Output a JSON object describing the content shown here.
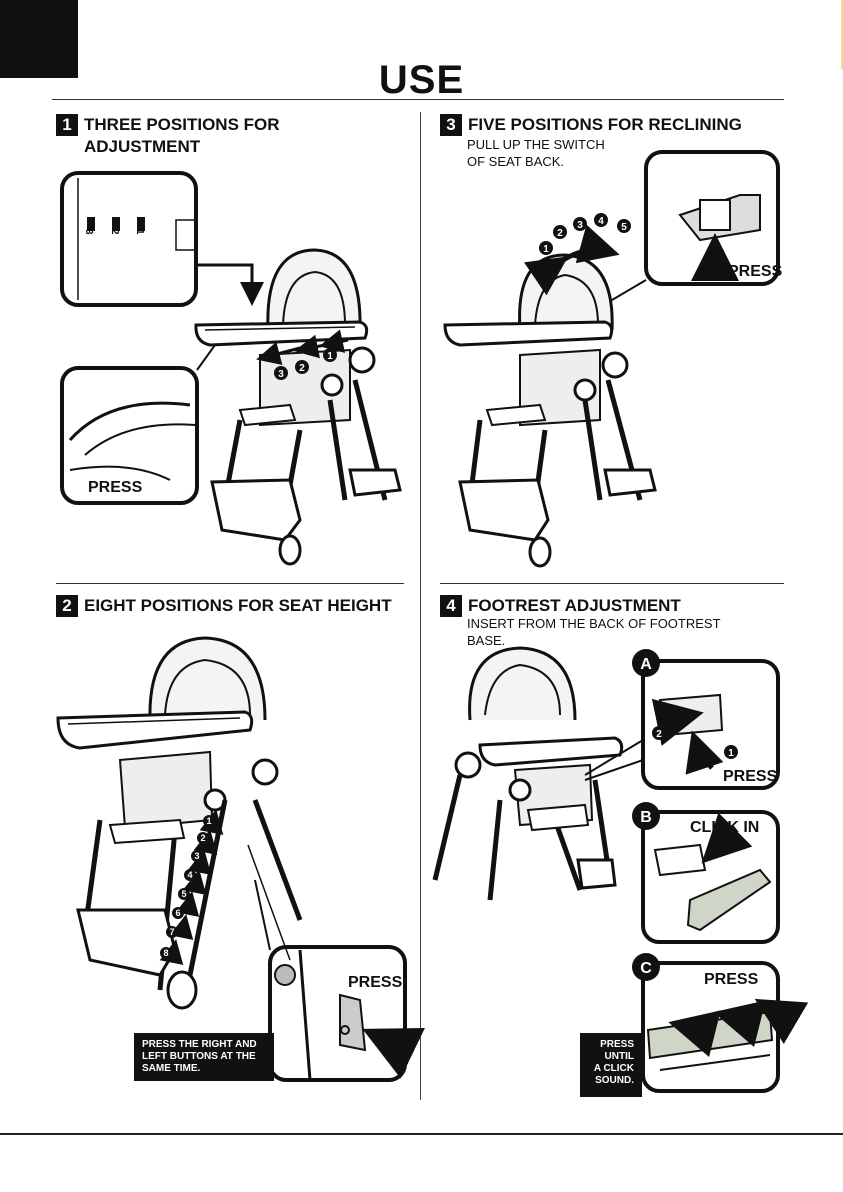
{
  "page": {
    "title": "USE"
  },
  "sections": [
    {
      "number": "1",
      "title": "THREE POSITIONS FOR ADJUSTMENT",
      "title_line1": "THREE POSITIONS FOR",
      "title_line2": "ADJUSTMENT",
      "instruction": "",
      "labels": [
        "PRESS"
      ]
    },
    {
      "number": "3",
      "title": "FIVE POSITIONS FOR RECLINING",
      "instruction_line1": "PULL UP THE SWITCH",
      "instruction_line2": "OF SEAT BACK.",
      "labels": [
        "PRESS"
      ]
    },
    {
      "number": "2",
      "title": "EIGHT POSITIONS FOR SEAT HEIGHT",
      "labels": [
        "PRESS"
      ],
      "note_line1": "PRESS THE RIGHT AND",
      "note_line2": "LEFT BUTTONS AT THE",
      "note_line3": "SAME TIME."
    },
    {
      "number": "4",
      "title": "FOOTREST ADJUSTMENT",
      "instruction_line1": "INSERT FROM THE BACK OF FOOTREST",
      "instruction_line2": "BASE.",
      "labels": [
        "PRESS",
        "CLICK IN",
        "PRESS"
      ],
      "note_line1": "PRESS",
      "note_line2": "UNTIL",
      "note_line3": "A CLICK",
      "note_line4": "SOUND."
    }
  ],
  "detail_letters": [
    "A",
    "B",
    "C"
  ],
  "tray_positions": [
    "1",
    "2",
    "3"
  ],
  "recline_positions": [
    "1",
    "2",
    "3",
    "4",
    "5"
  ],
  "height_positions": [
    "1",
    "2",
    "3",
    "4",
    "5",
    "6",
    "7",
    "8"
  ],
  "footrest_steps": [
    "1",
    "2"
  ],
  "icons": [
    "arrow-icon",
    "numbered-step-icon",
    "detail-callout-icon"
  ]
}
